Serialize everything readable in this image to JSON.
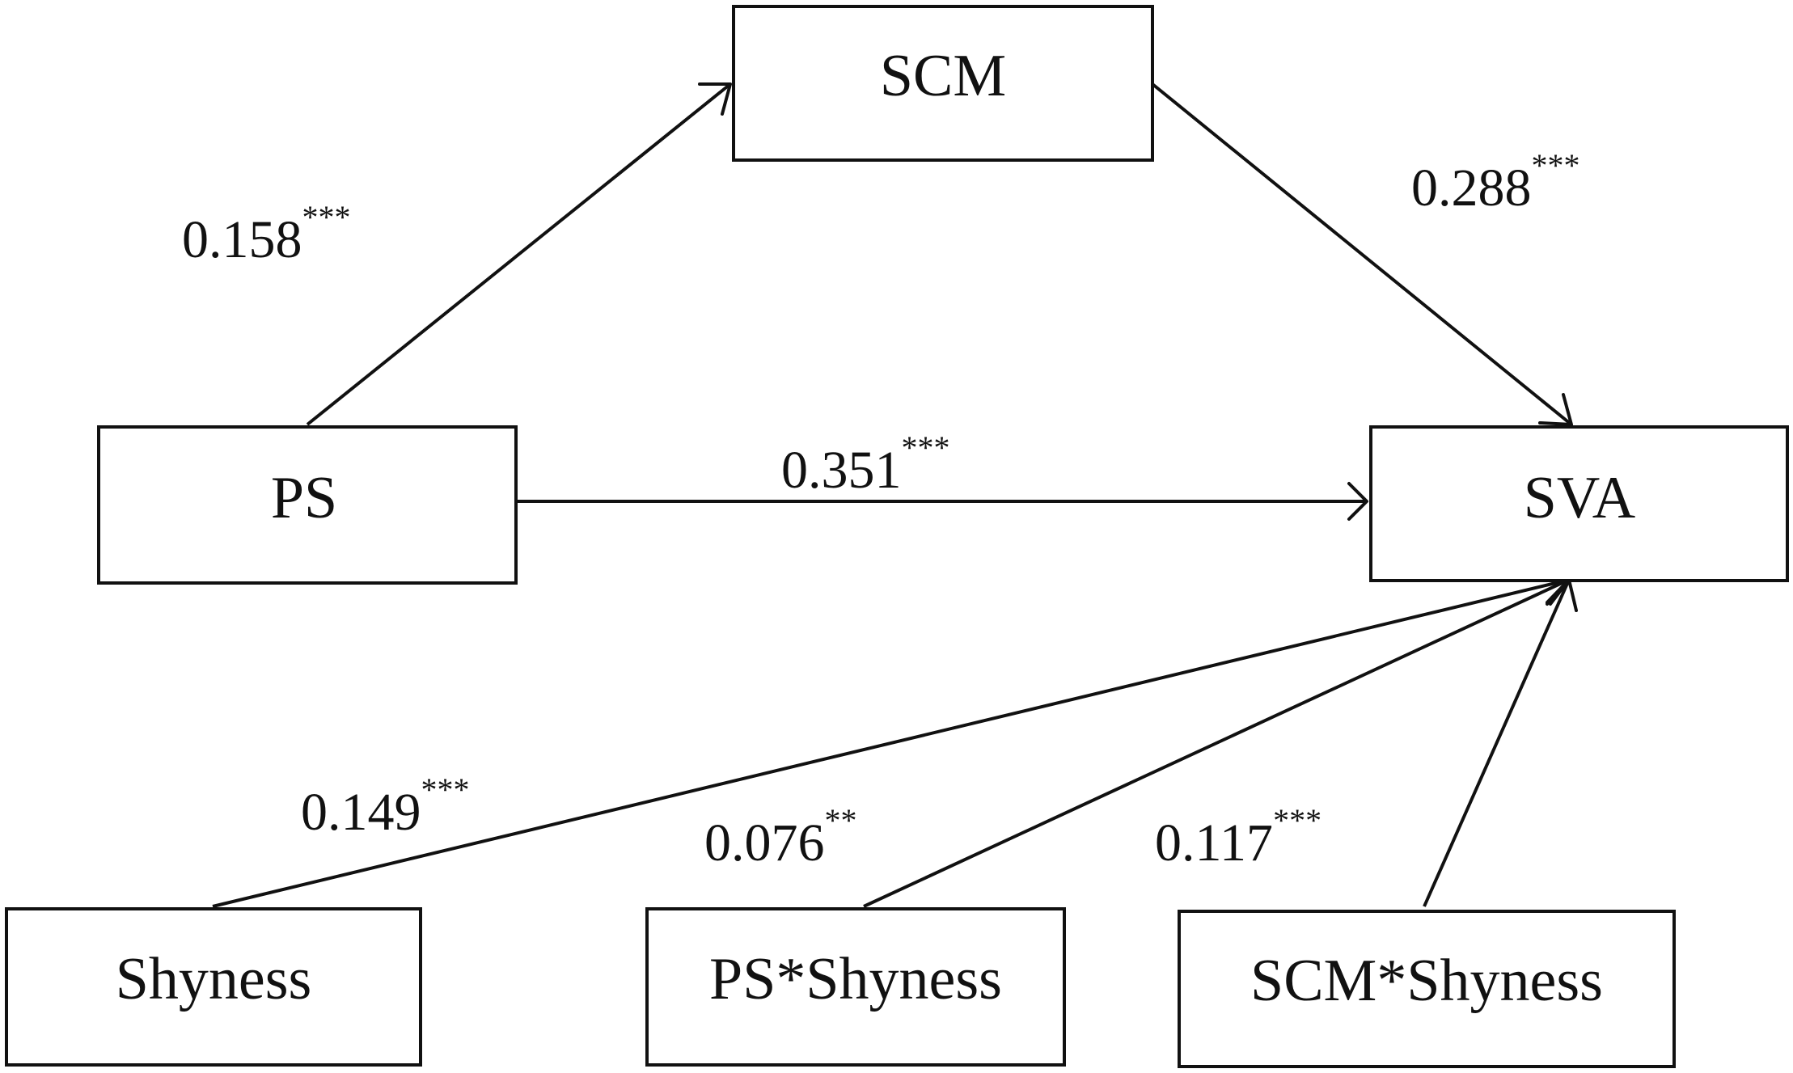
{
  "nodes": {
    "scm": {
      "label": "SCM"
    },
    "ps": {
      "label": "PS"
    },
    "sva": {
      "label": "SVA"
    },
    "shyness": {
      "label": "Shyness"
    },
    "ps_shyness": {
      "label": "PS*Shyness"
    },
    "scm_shyness": {
      "label": "SCM*Shyness"
    }
  },
  "paths": {
    "ps_to_scm": {
      "coef": "0.158",
      "sig": "***"
    },
    "scm_to_sva": {
      "coef": "0.288",
      "sig": "***"
    },
    "ps_to_sva": {
      "coef": "0.351",
      "sig": "***"
    },
    "shyness_to_sva": {
      "coef": "0.149",
      "sig": "***"
    },
    "ps_shyness_to_sva": {
      "coef": "0.076",
      "sig": "**"
    },
    "scm_shyness_to_sva": {
      "coef": "0.117",
      "sig": "***"
    }
  }
}
